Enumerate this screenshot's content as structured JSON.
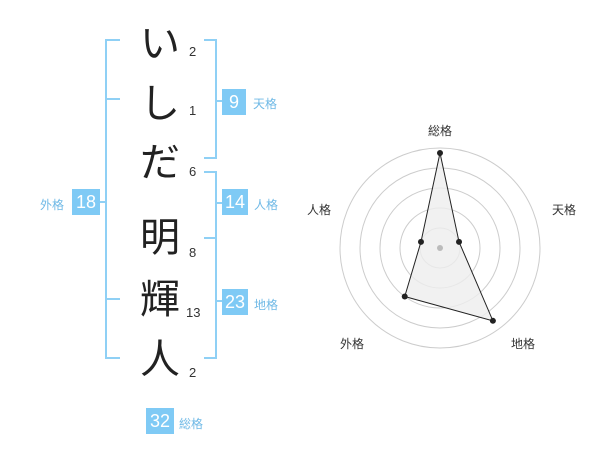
{
  "name_chars": [
    {
      "char": "い",
      "strokes": "2"
    },
    {
      "char": "し",
      "strokes": "1"
    },
    {
      "char": "だ",
      "strokes": "6"
    },
    {
      "char": "明",
      "strokes": "8"
    },
    {
      "char": "輝",
      "strokes": "13"
    },
    {
      "char": "人",
      "strokes": "2"
    }
  ],
  "fortunes": {
    "tenkaku": {
      "value": "9",
      "label": "天格"
    },
    "jinkaku": {
      "value": "14",
      "label": "人格"
    },
    "chikaku": {
      "value": "23",
      "label": "地格"
    },
    "gaikaku": {
      "value": "18",
      "label": "外格"
    },
    "soukaku": {
      "value": "32",
      "label": "総格"
    }
  },
  "radar": {
    "axes": [
      "総格",
      "天格",
      "地格",
      "外格",
      "人格"
    ],
    "values": [
      0.95,
      0.2,
      0.9,
      0.6,
      0.2
    ],
    "grid_rings": 5,
    "colors": {
      "grid": "#cccccc",
      "fill": "#eeeeee",
      "stroke": "#222222",
      "center": "#bbbbbb"
    }
  },
  "colors": {
    "accent": "#7fcaf5",
    "bracket": "#8fd0f5"
  }
}
